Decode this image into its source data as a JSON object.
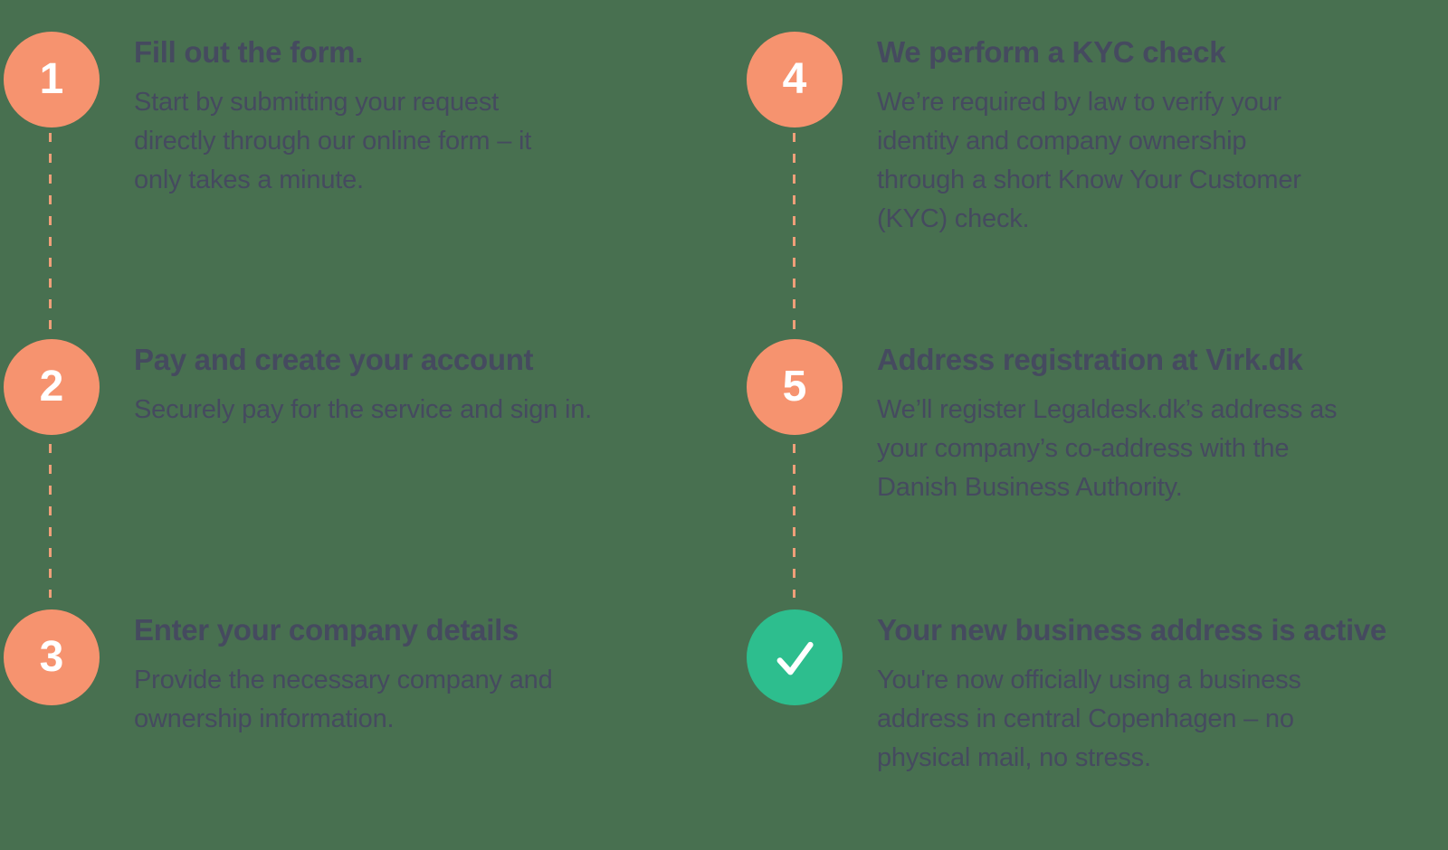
{
  "theme": {
    "background_color": "#487050",
    "step_badge_color": "#F6936F",
    "success_badge_color": "#2DBE8E",
    "connector_color": "#EF9F79",
    "text_color": "#454A5F",
    "badge_number_color": "#FFFFFF"
  },
  "steps": [
    {
      "badge": "1",
      "title": "Fill out the form.",
      "description": "Start by submitting your request\ndirectly through our online form – it\nonly takes a minute."
    },
    {
      "badge": "2",
      "title": "Pay and create your account",
      "description": "Securely pay for the service and sign in."
    },
    {
      "badge": "3",
      "title": "Enter your company details",
      "description": "Provide the necessary company and\nownership information."
    },
    {
      "badge": "4",
      "title": "We perform a KYC check",
      "description": "We’re required by law to verify your\nidentity and company ownership\nthrough a short Know Your Customer\n(KYC) check."
    },
    {
      "badge": "5",
      "title": "Address registration at Virk.dk",
      "description": "We’ll register Legaldesk.dk’s address as\nyour company’s co-address with the\nDanish Business Authority."
    },
    {
      "badge": "check",
      "title": "Your new business address is active",
      "description": "You're now officially using a business\naddress in central Copenhagen – no\nphysical mail, no stress."
    }
  ]
}
